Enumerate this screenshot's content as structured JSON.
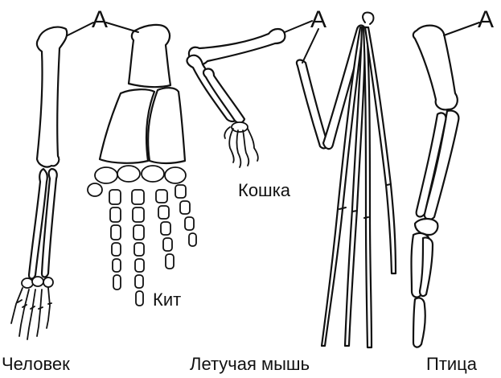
{
  "marker_letter": "A",
  "labels": {
    "human": "Человек",
    "whale": "Кит",
    "cat": "Кошка",
    "bat": "Летучая мышь",
    "bird": "Птица"
  }
}
